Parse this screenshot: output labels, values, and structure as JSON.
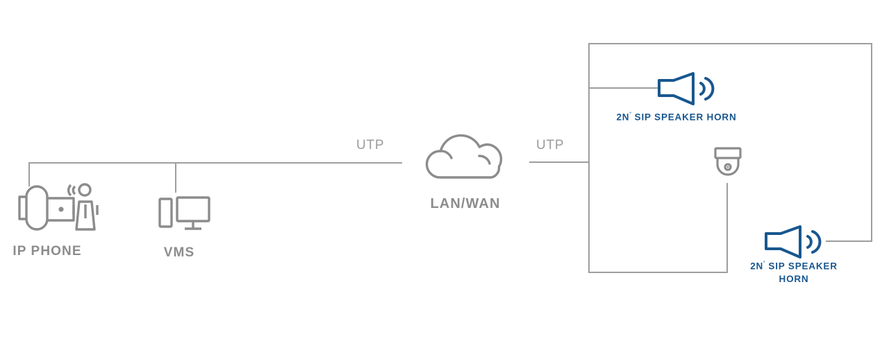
{
  "diagram": {
    "title": "2N SIP Speaker Horn network topology",
    "colors": {
      "line_gray": "#9e9e9e",
      "icon_gray": "#8c8c8c",
      "label_gray": "#8c8c8c",
      "brand_blue": "#18578f",
      "background": "#ffffff"
    },
    "nodes": [
      {
        "id": "ip-phone",
        "label": "IP PHONE",
        "icon": "ip-phone-icon",
        "color": "gray"
      },
      {
        "id": "vms",
        "label": "VMS",
        "icon": "vms-monitor-icon",
        "color": "gray"
      },
      {
        "id": "lan-wan",
        "label": "LAN/WAN",
        "icon": "cloud-icon",
        "color": "gray"
      },
      {
        "id": "sip-speaker-horn-top",
        "label_prefix": "2N",
        "label_mark": "˚",
        "label_suffix": " SIP SPEAKER HORN",
        "label": "2N˚ SIP SPEAKER HORN",
        "icon": "speaker-horn-icon",
        "color": "blue"
      },
      {
        "id": "dome-camera",
        "label": "",
        "icon": "dome-camera-icon",
        "color": "gray"
      },
      {
        "id": "sip-speaker-horn-bottom",
        "label_prefix": "2N",
        "label_mark": "˚",
        "label_suffix": " SIP SPEAKER",
        "label_line2": "HORN",
        "label": "2N˚ SIP SPEAKER HORN",
        "icon": "speaker-horn-icon",
        "color": "blue"
      }
    ],
    "links": [
      {
        "id": "utp-left",
        "label": "UTP",
        "from": "ip-phone/vms",
        "to": "lan-wan"
      },
      {
        "id": "utp-right",
        "label": "UTP",
        "from": "lan-wan",
        "to": "site-network"
      }
    ]
  }
}
